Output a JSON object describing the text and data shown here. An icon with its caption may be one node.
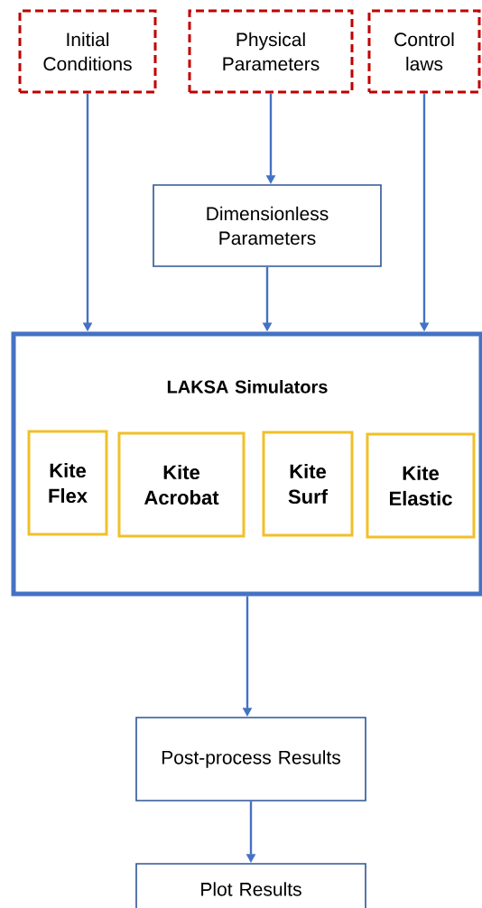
{
  "diagram": {
    "nodes": [
      {
        "text": [
          "Initial Conditions"
        ]
      },
      {
        "text": [
          "Physical Parameters"
        ]
      },
      {
        "text": [
          "Control laws"
        ]
      },
      {
        "text": [
          "Dimensionless Parameters"
        ]
      },
      {
        "text": [
          "LAKSA Simulators"
        ]
      },
      {
        "text": [
          "Kite Flex"
        ],
        "in": 4
      },
      {
        "text": [
          "Kite Acrobat"
        ],
        "in": 4
      },
      {
        "text": [
          "Kite Surf"
        ],
        "in": 4
      },
      {
        "text": [
          "Kite Elastic"
        ],
        "in": 4
      },
      {
        "text": [
          "Post-process Results"
        ]
      },
      {
        "text": [
          "Plot Results"
        ]
      }
    ],
    "edges": [
      {
        "from": 0,
        "to": 4,
        "arrow": "to"
      },
      {
        "from": 1,
        "to": 3,
        "arrow": "to"
      },
      {
        "from": 3,
        "to": 4,
        "arrow": "to"
      },
      {
        "from": 2,
        "to": 4,
        "arrow": "to"
      },
      {
        "from": 4,
        "to": 9,
        "arrow": "to"
      },
      {
        "from": 9,
        "to": 10,
        "arrow": "to"
      }
    ]
  }
}
